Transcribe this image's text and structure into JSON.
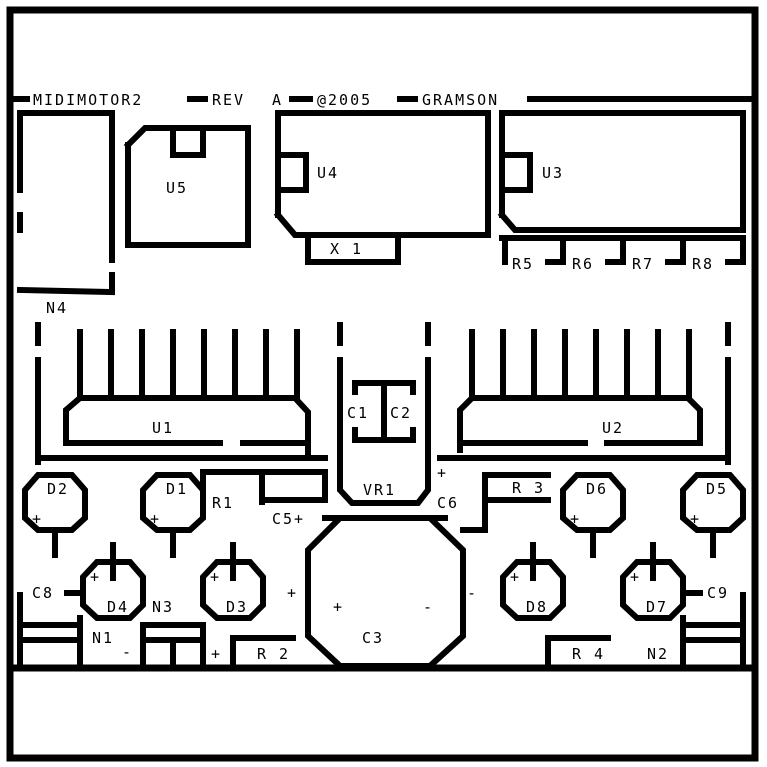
{
  "header": {
    "title_segments": [
      "MIDIMOTOR2",
      "REV",
      "A",
      "@2005",
      "GRAMSON"
    ]
  },
  "labels": {
    "u5": "U5",
    "u4": "U4",
    "u3": "U3",
    "x1": "X 1",
    "r5": "R5",
    "r6": "R6",
    "r7": "R7",
    "r8": "R8",
    "n4": "N4",
    "u1": "U1",
    "u2": "U2",
    "c1": "C1",
    "c2": "C2",
    "d2": "D2",
    "d1": "D1",
    "d6": "D6",
    "d5": "D5",
    "r1": "R1",
    "c5": "C5+",
    "vr1": "VR1",
    "c6": "C6",
    "r3": "R 3",
    "c8": "C8",
    "d4": "D4",
    "n3": "N3",
    "d3": "D3",
    "c3": "C3",
    "d8": "D8",
    "d7": "D7",
    "c9": "C9",
    "n1": "N1",
    "r2": "R 2",
    "r4": "R 4",
    "n2": "N2",
    "plus": "+",
    "minus": "-"
  }
}
